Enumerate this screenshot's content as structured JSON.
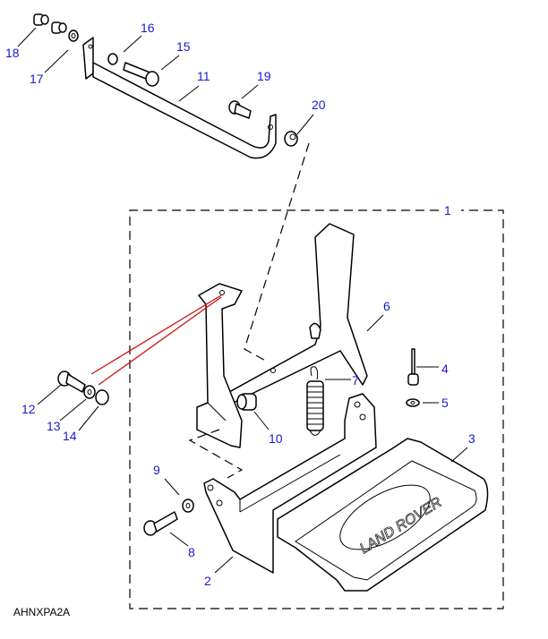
{
  "diagram": {
    "code": "AHNXPA2A",
    "callouts": [
      "1",
      "2",
      "3",
      "4",
      "5",
      "6",
      "7",
      "8",
      "9",
      "10",
      "11",
      "12",
      "13",
      "14",
      "15",
      "16",
      "17",
      "18",
      "19",
      "20"
    ],
    "logo_text": "LAND ROVER",
    "colors": {
      "callout": "#1a1ad0",
      "guide": "#d01010",
      "line": "#000000"
    }
  }
}
